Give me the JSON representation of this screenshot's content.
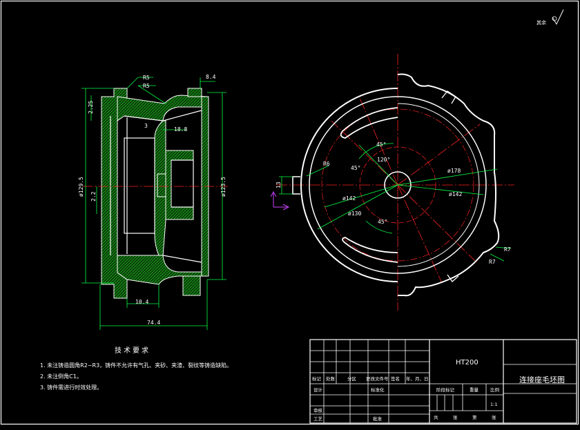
{
  "colors": {
    "background": "#000000",
    "outline": "#ffffff",
    "hatch": "#22cc22",
    "centerline": "#ff2222",
    "dimension": "#00ff44",
    "ucs": "#cc44ff"
  },
  "roughness": {
    "label": "其余"
  },
  "section_view": {
    "dims": {
      "r5_top": "R5",
      "r5_mid": "R5",
      "d_8_4": "8.4",
      "d_2_25": "2.25",
      "d_3": "3",
      "d_18_8": "18.8",
      "dia_left": "ø129.5",
      "d_2_2": "2.2",
      "dia_right": "ø123.5",
      "d_10_4": "10.4",
      "d_74_4": "74.4"
    }
  },
  "plan_view": {
    "dims": {
      "r6": "R6",
      "d_13": "13",
      "a45_top": "45°",
      "a45_left": "45°",
      "a120": "120°",
      "dia_178": "ø178",
      "dia_142_right": "ø142",
      "dia_142_left": "ø142",
      "dia_130": "ø130",
      "a45_bottom": "45°",
      "r7_a": "R7",
      "r7_b": "R7"
    }
  },
  "tech_requirements": {
    "title": "技术要求",
    "items": [
      "1. 未注铸造圆角R2~R3，铸件不允许有气孔、夹砂、夹渣、裂纹等铸造缺陷。",
      "2. 未注倒角C1。",
      "3. 铸件需进行时效处理。"
    ]
  },
  "title_block": {
    "material": "HT200",
    "drawing_title": "连接座毛坯图",
    "header_row": [
      "标记",
      "处数",
      "分区",
      "更改文件号",
      "签名",
      "年、月、日"
    ],
    "designer_label": "设计",
    "standardization_label": "标准化",
    "stage_mark_label": "阶段标记",
    "weight_label": "重量",
    "scale_label": "比例",
    "scale_value": "1:1",
    "reviewer_label": "审核",
    "process_label": "工艺",
    "approve_label": "批准",
    "sheet_total": "共",
    "sheet_label": "张",
    "sheet_no": "第",
    "sheet_label2": "张"
  }
}
